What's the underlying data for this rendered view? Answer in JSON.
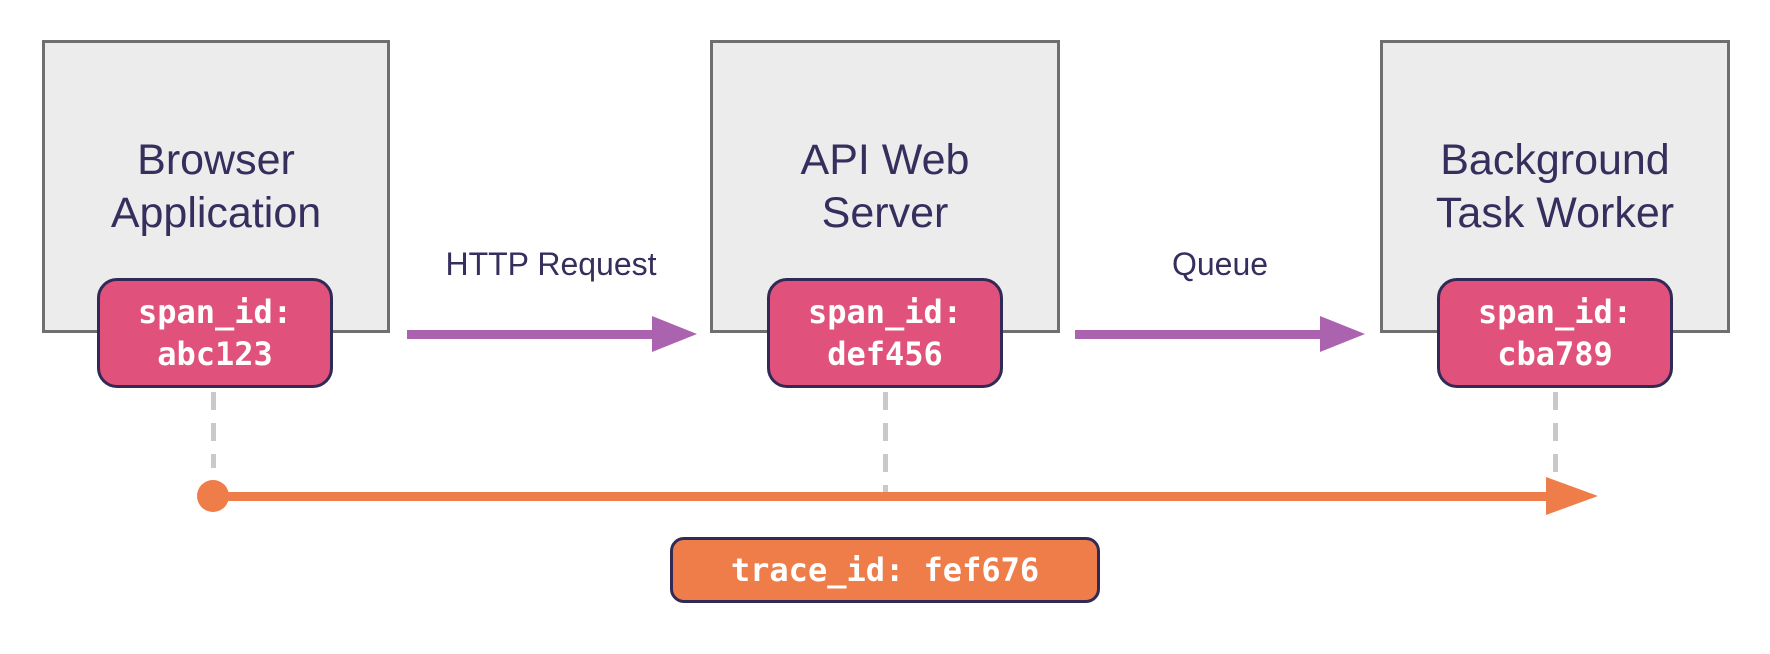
{
  "diagram": {
    "title": "distributed-trace-propagation",
    "nodes": [
      {
        "label": "Browser\nApplication",
        "span_badge": "span_id:\nabc123"
      },
      {
        "label": "API Web\nServer",
        "span_badge": "span_id:\ndef456"
      },
      {
        "label": "Background\nTask Worker",
        "span_badge": "span_id:\ncba789"
      }
    ],
    "arrows": [
      {
        "label": "HTTP Request"
      },
      {
        "label": "Queue"
      }
    ],
    "timeline": {
      "trace_badge": "trace_id: fef676"
    },
    "colors": {
      "box_fill": "#ececec",
      "box_border": "#6f6f6f",
      "heading_text": "#362e5c",
      "span_badge_fill": "#e0517b",
      "badge_border": "#2f2a56",
      "request_arrow": "#ab63b0",
      "trace_orange": "#ef7d4a",
      "dashed_connector": "#c9c9c9",
      "badge_text": "#ffffff"
    }
  }
}
